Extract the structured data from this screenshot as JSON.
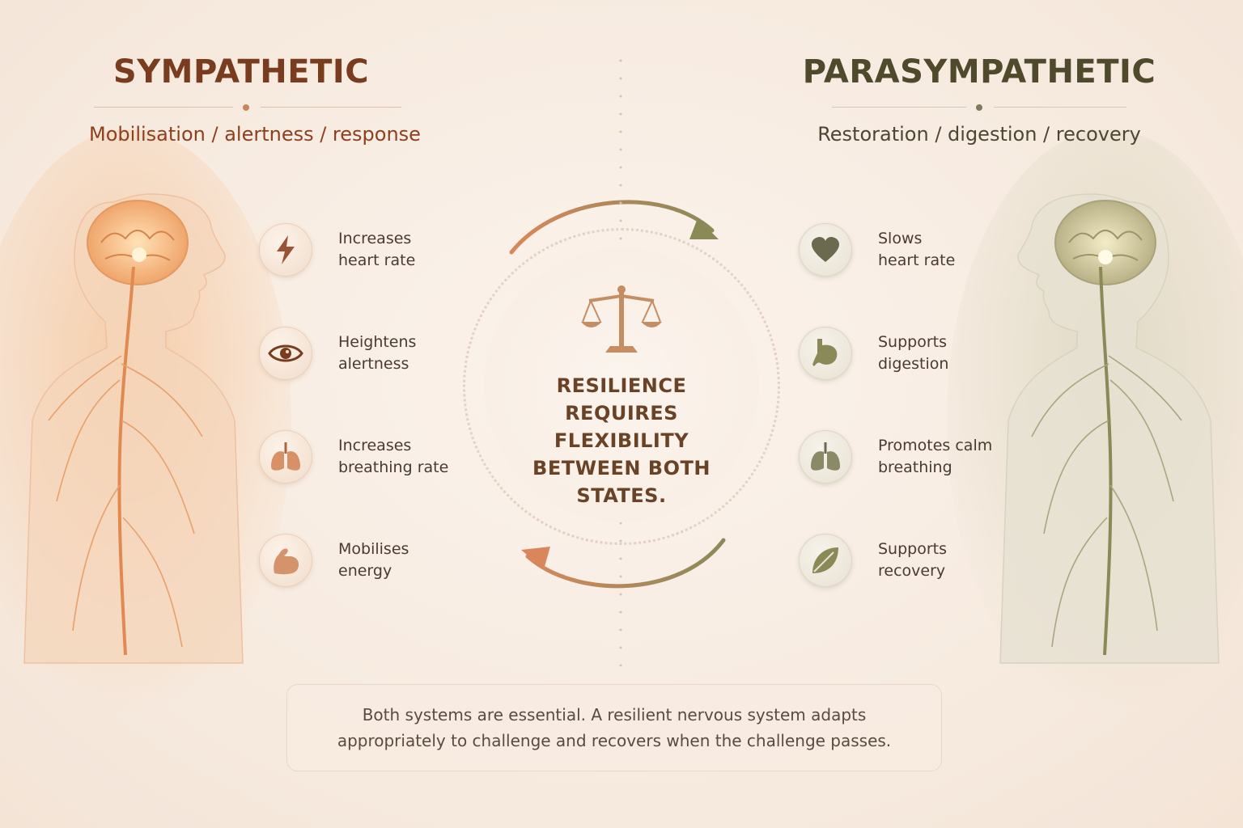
{
  "sympathetic": {
    "title": "SYMPATHETIC",
    "subtitle": "Mobilisation / alertness / response",
    "accent": "#7a3c1f",
    "items": [
      {
        "icon": "lightning-icon",
        "label": "Increases\nheart rate"
      },
      {
        "icon": "eye-icon",
        "label": "Heightens\nalertness"
      },
      {
        "icon": "lungs-icon",
        "label": "Increases\nbreathing rate"
      },
      {
        "icon": "flexed-arm-icon",
        "label": "Mobilises\nenergy"
      }
    ]
  },
  "parasympathetic": {
    "title": "PARASYMPATHETIC",
    "subtitle": "Restoration / digestion / recovery",
    "accent": "#4f4a2b",
    "items": [
      {
        "icon": "heart-icon",
        "label": "Slows\nheart rate"
      },
      {
        "icon": "stomach-icon",
        "label": "Supports\ndigestion"
      },
      {
        "icon": "lungs-icon",
        "label": "Promotes calm\nbreathing"
      },
      {
        "icon": "leaf-icon",
        "label": "Supports\nrecovery"
      }
    ]
  },
  "center": {
    "icon": "balance-scale-icon",
    "text": "RESILIENCE REQUIRES FLEXIBILITY BETWEEN BOTH STATES."
  },
  "footer": {
    "text": "Both systems are essential. A resilient nervous system adapts appropriately to challenge and recovers when the challenge passes."
  },
  "colors": {
    "orange": "#e08a52",
    "olive": "#8a8a58",
    "background": "#f7ebe0"
  }
}
